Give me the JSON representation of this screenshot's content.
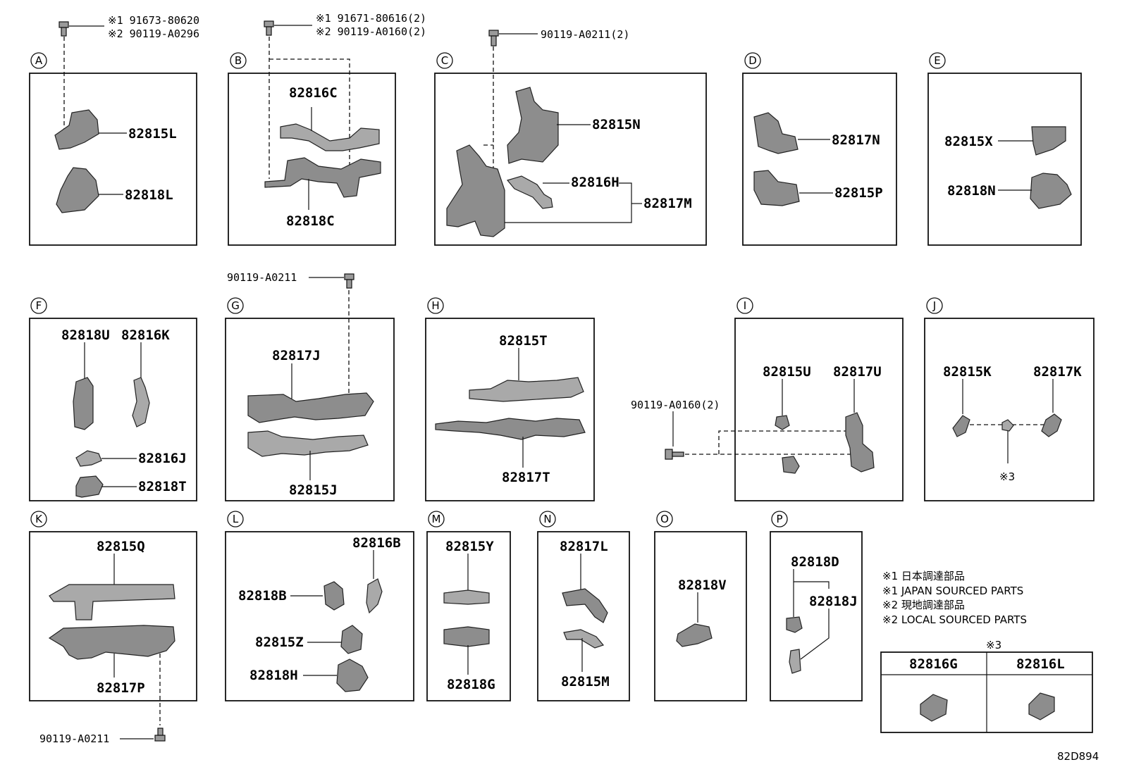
{
  "sections": {
    "A": {
      "label": "A",
      "parts": [
        "82815L",
        "82818L"
      ],
      "bolt": {
        "note1": "※1 91673-80620",
        "note2": "※2 90119-A0296"
      }
    },
    "B": {
      "label": "B",
      "parts": [
        "82816C",
        "82818C"
      ],
      "bolt": {
        "note1": "※1 91671-80616(2)",
        "note2": "※2 90119-A0160(2)"
      }
    },
    "C": {
      "label": "C",
      "parts": [
        "82815N",
        "82816H",
        "82817M"
      ],
      "bolt": "90119-A0211(2)"
    },
    "D": {
      "label": "D",
      "parts": [
        "82817N",
        "82815P"
      ]
    },
    "E": {
      "label": "E",
      "parts": [
        "82815X",
        "82818N"
      ]
    },
    "F": {
      "label": "F",
      "parts": [
        "82818U",
        "82816K",
        "82816J",
        "82818T"
      ]
    },
    "G": {
      "label": "G",
      "parts": [
        "82817J",
        "82815J"
      ],
      "bolt": "90119-A0211"
    },
    "H": {
      "label": "H",
      "parts": [
        "82815T",
        "82817T"
      ]
    },
    "I": {
      "label": "I",
      "parts": [
        "82815U",
        "82817U"
      ],
      "bolt": "90119-A0160(2)"
    },
    "J": {
      "label": "J",
      "parts": [
        "82815K",
        "82817K"
      ],
      "mark": "※3"
    },
    "K": {
      "label": "K",
      "parts": [
        "82815Q",
        "82817P"
      ],
      "bolt": "90119-A0211"
    },
    "L": {
      "label": "L",
      "parts": [
        "82816B",
        "82818B",
        "82815Z",
        "82818H"
      ]
    },
    "M": {
      "label": "M",
      "parts": [
        "82815Y",
        "82818G"
      ]
    },
    "N": {
      "label": "N",
      "parts": [
        "82817L",
        "82815M"
      ]
    },
    "O": {
      "label": "O",
      "parts": [
        "82818V"
      ]
    },
    "P": {
      "label": "P",
      "parts": [
        "82818D",
        "82818J"
      ]
    }
  },
  "legend": {
    "line1": "※1 日本調達部品",
    "line2": "※1 JAPAN SOURCED PARTS",
    "line3": "※2 現地調達部品",
    "line4": "※2 LOCAL SOURCED PARTS"
  },
  "table": {
    "mark": "※3",
    "col1": "82816G",
    "col2": "82816L"
  },
  "diagram_code": "82D894"
}
